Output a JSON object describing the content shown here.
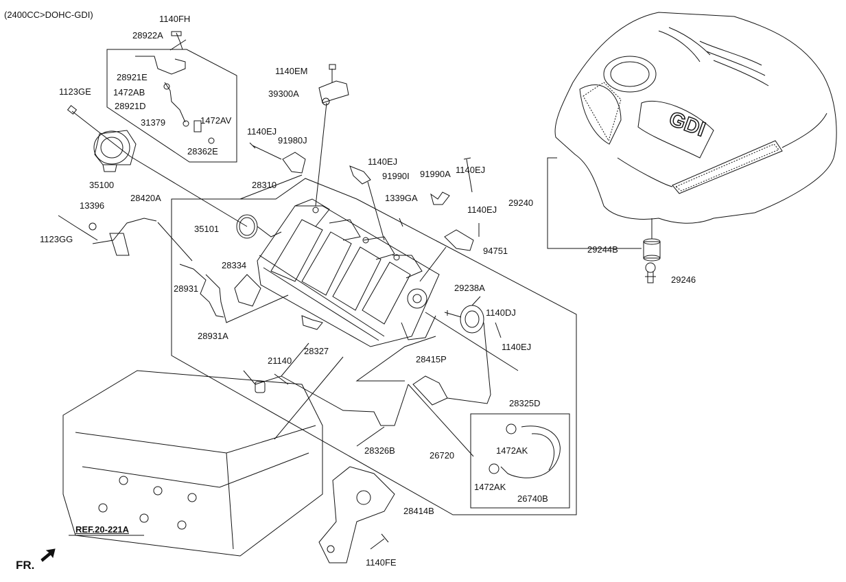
{
  "header": {
    "engine_spec": "(2400CC>DOHC-GDI)"
  },
  "footer": {
    "front_marker": "FR.",
    "reference": "REF.20-221A"
  },
  "cover": {
    "logo_text": "GDI"
  },
  "labels": {
    "p1140FH": "1140FH",
    "p28922A": "28922A",
    "p28921E": "28921E",
    "p1472AB": "1472AB",
    "p28921D": "28921D",
    "p31379": "31379",
    "p1472AV": "1472AV",
    "p28362E": "28362E",
    "p1123GE": "1123GE",
    "p35100": "35100",
    "p1140EM": "1140EM",
    "p39300A": "39300A",
    "p1140EJ_a": "1140EJ",
    "p91980J": "91980J",
    "p1140EJ_b": "1140EJ",
    "p91990I": "91990I",
    "p91990A": "91990A",
    "p1140EJ_c": "1140EJ",
    "p28310": "28310",
    "p1339GA": "1339GA",
    "p1140EJ_d": "1140EJ",
    "p28420A": "28420A",
    "p13396": "13396",
    "p1123GG": "1123GG",
    "p35101": "35101",
    "p94751": "94751",
    "p28334": "28334",
    "p28931": "28931",
    "p28931A": "28931A",
    "p28327": "28327",
    "p29238A": "29238A",
    "p1140DJ": "1140DJ",
    "p1140EJ_e": "1140EJ",
    "p21140": "21140",
    "p28415P": "28415P",
    "p28325D": "28325D",
    "p28326B": "28326B",
    "p26720": "26720",
    "p1472AK_a": "1472AK",
    "p1472AK_b": "1472AK",
    "p26740B": "26740B",
    "p28414B": "28414B",
    "p1140FE": "1140FE",
    "p29240": "29240",
    "p29244B": "29244B",
    "p29246": "29246"
  }
}
